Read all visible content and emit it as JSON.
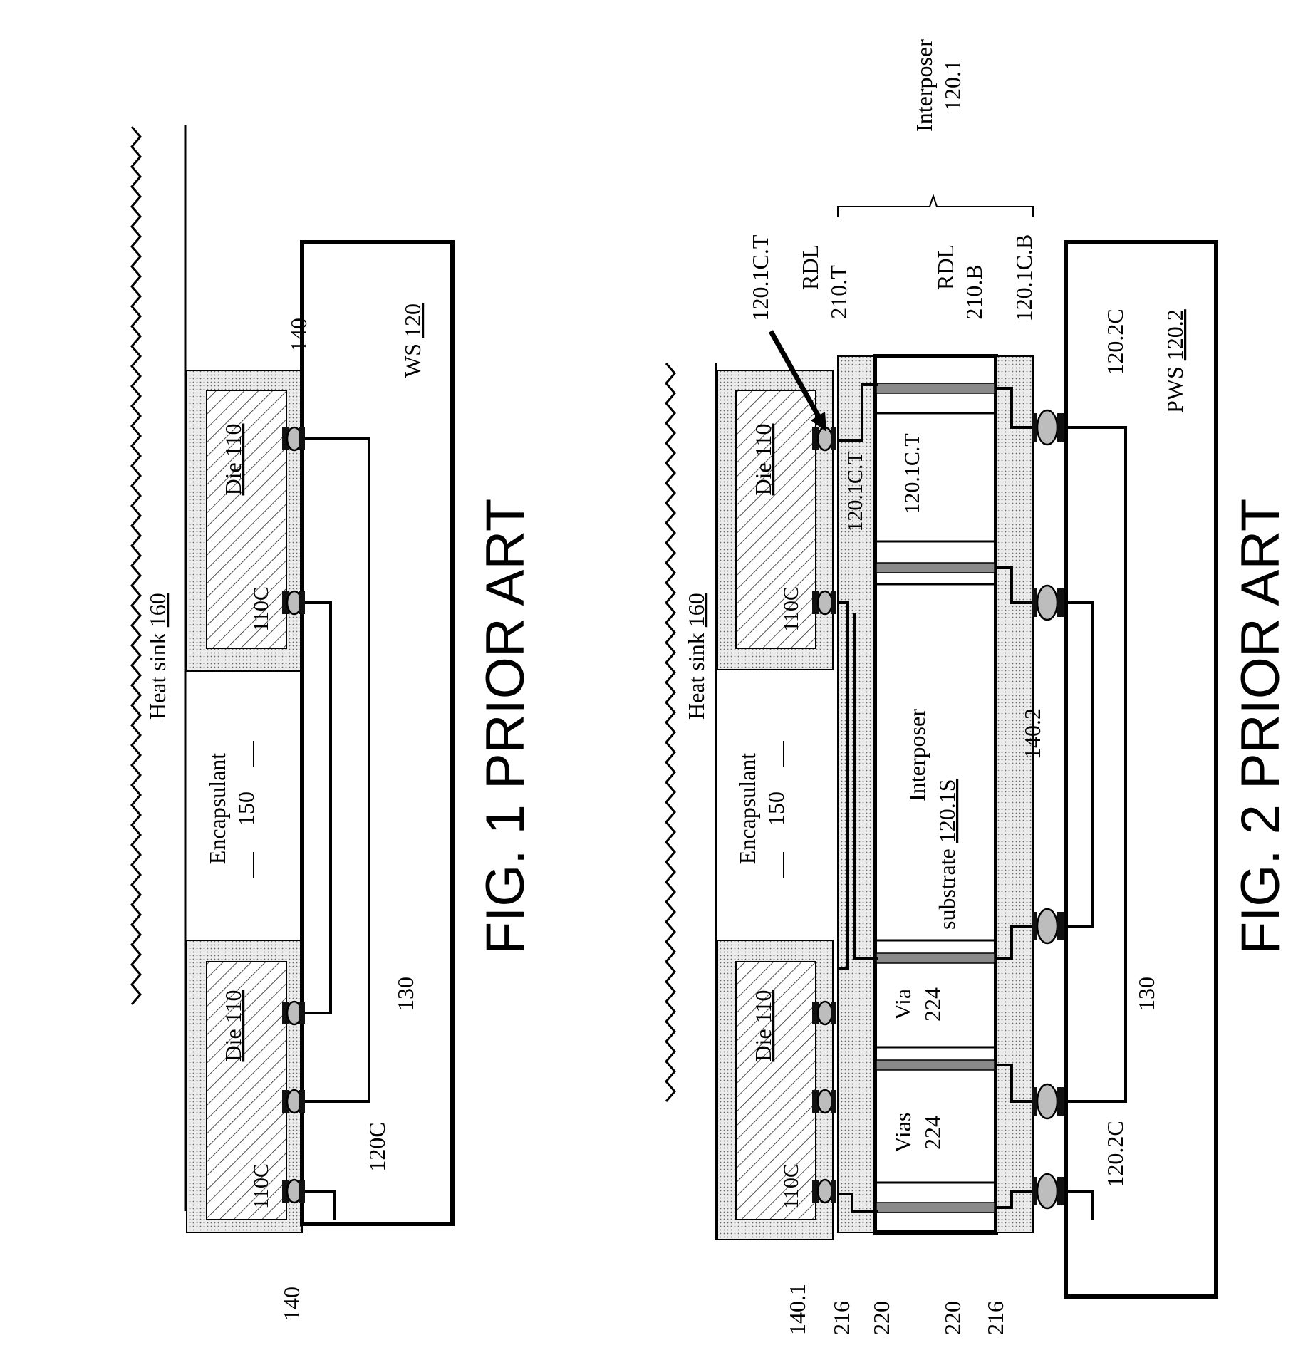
{
  "fig1": {
    "caption": "FIG.  1  PRIOR ART",
    "heat_sink": "Heat sink",
    "heat_sink_ref": "160",
    "encapsulant": "Encapsulant",
    "encapsulant_ref": "150",
    "die_top": "Die 110",
    "die_bottom": "Die 110",
    "contact_110c_a": "110C",
    "contact_110c_b": "110C",
    "ref_140_top": "140",
    "ref_140_bottom": "140",
    "ref_120c": "120C",
    "ref_130": "130",
    "ws_label": "WS",
    "ws_ref": "120"
  },
  "fig2": {
    "caption": "FIG.  2  PRIOR ART",
    "heat_sink": "Heat sink",
    "heat_sink_ref": "160",
    "encapsulant": "Encapsulant",
    "encapsulant_ref": "150",
    "die_top": "Die 110",
    "die_bottom": "Die 110",
    "contact_110c_a": "110C",
    "contact_110c_b": "110C",
    "interposer_title": "Interposer",
    "interposer_ref": "120.1",
    "ref_120_1ct_a": "120.1C.T",
    "ref_120_1ct_b": "120.1C.T",
    "ref_120_1ct_c": "120.1C.T",
    "rdl_top": "RDL",
    "rdl_top_ref": "210.T",
    "rdl_bottom": "RDL",
    "rdl_bottom_ref": "210.B",
    "ref_120_1cb": "120.1C.B",
    "ref_120_2c_top": "120.2C",
    "ref_120_2c_bottom": "120.2C",
    "pws_label": "PWS",
    "pws_ref": "120.2",
    "substrate_line1": "Interposer",
    "substrate_line2": "substrate",
    "substrate_ref": "120.1S",
    "ref_140_2": "140.2",
    "ref_130": "130",
    "via_label": "Via",
    "via_ref": "224",
    "vias_label": "Vias",
    "vias_ref": "224",
    "ref_140_1": "140.1",
    "ref_216_a": "216",
    "ref_216_b": "216",
    "ref_220_a": "220",
    "ref_220_b": "220"
  }
}
